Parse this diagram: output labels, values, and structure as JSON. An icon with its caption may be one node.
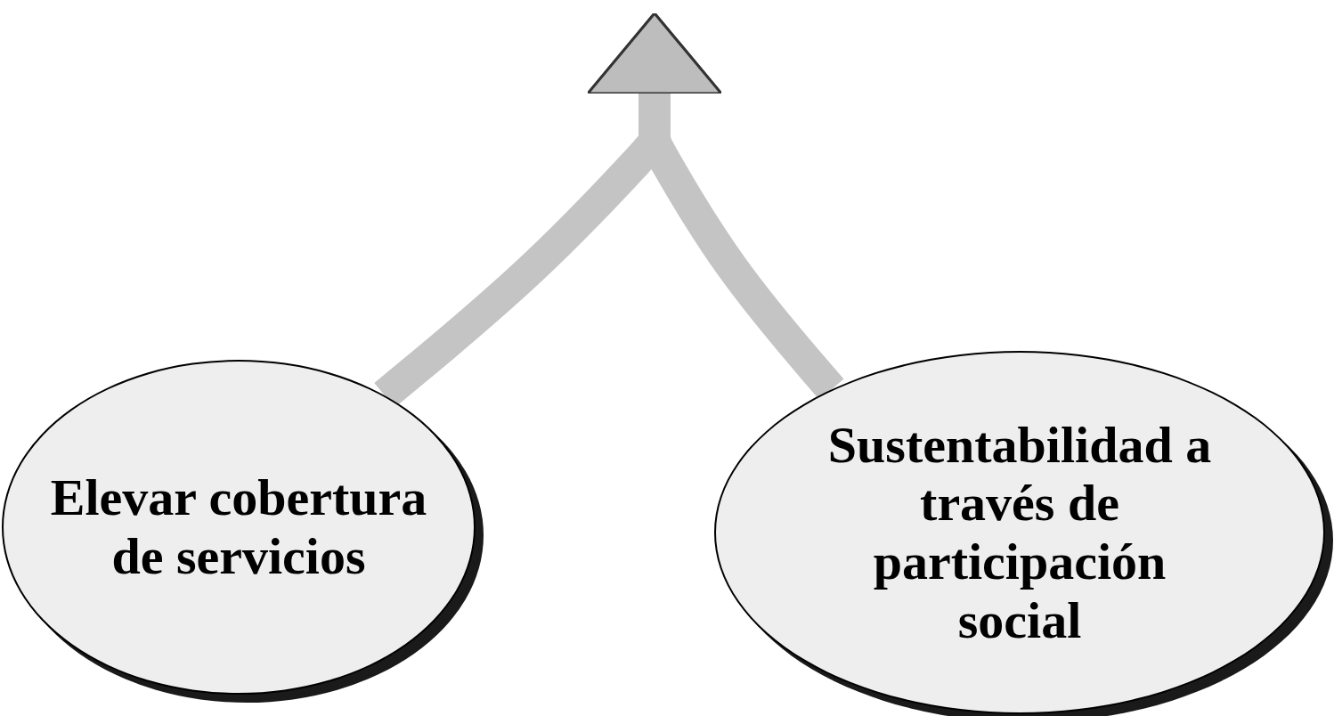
{
  "diagram": {
    "nodes": [
      {
        "text": [
          "Elevar cobertura de servicios"
        ]
      },
      {
        "text": [
          "Sustentabilidad a través de participación social"
        ]
      }
    ],
    "edges": [
      {
        "from": 0,
        "to": null,
        "arrow": "to"
      },
      {
        "from": 1,
        "to": null,
        "arrow": "to"
      }
    ]
  }
}
